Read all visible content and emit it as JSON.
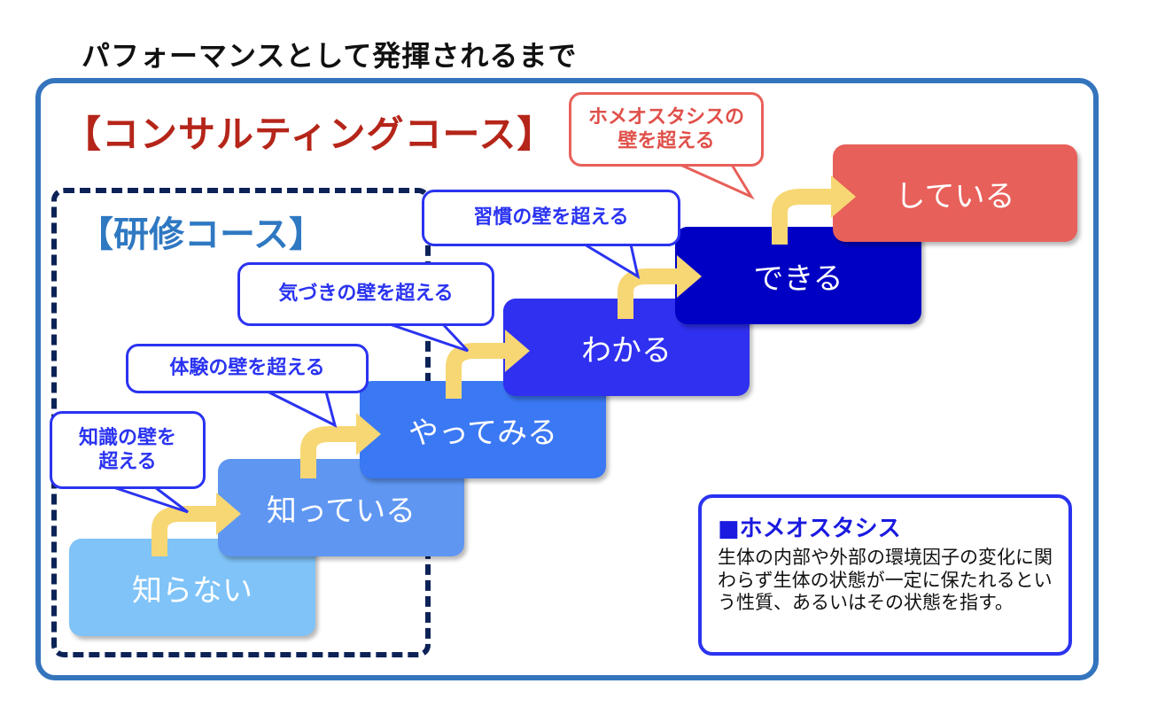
{
  "title": "パフォーマンスとして発揮されるまで",
  "consulting_label": "【コンサルティングコース】",
  "training_label": "【研修コース】",
  "steps": [
    {
      "label": "知らない",
      "color": "#7fc3f8"
    },
    {
      "label": "知っている",
      "color": "#5e96f2"
    },
    {
      "label": "やってみる",
      "color": "#3b78f3"
    },
    {
      "label": "わかる",
      "color": "#3030f0"
    },
    {
      "label": "できる",
      "color": "#0000c4"
    },
    {
      "label": "している",
      "color": "#e8605a"
    }
  ],
  "bubbles": [
    {
      "label": "知識の壁を\n超える"
    },
    {
      "label": "体験の壁を超える"
    },
    {
      "label": "気づきの壁を超える"
    },
    {
      "label": "習慣の壁を超える"
    },
    {
      "label": "ホメオスタシスの\n壁を超える"
    }
  ],
  "arrow_color": "#f7d774",
  "definition": {
    "title": "■ホメオスタシス",
    "body": "生体の内部や外部の環境因子の変化に関わらず生体の状態が一定に保たれるという性質、あるいはその状態を指す。"
  }
}
